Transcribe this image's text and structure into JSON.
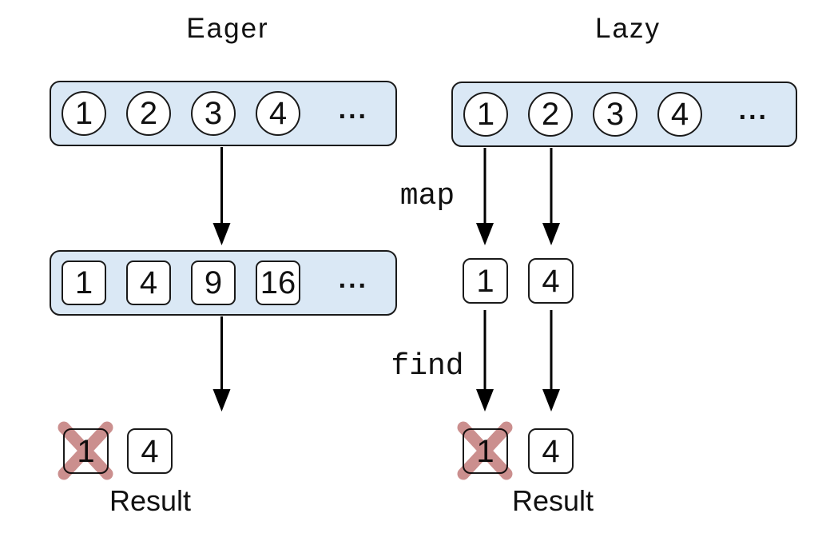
{
  "colors": {
    "container_fill": "#dae8f5",
    "outline": "#1a1a1a",
    "arrow": "#000000",
    "cross_mark": "#c4807f",
    "background": "#ffffff"
  },
  "eager": {
    "title": "Eager",
    "source_row": {
      "items": [
        "1",
        "2",
        "3",
        "4"
      ],
      "ellipsis": "..."
    },
    "mapped_row": {
      "items": [
        "1",
        "4",
        "9",
        "16"
      ],
      "ellipsis": "..."
    },
    "result": {
      "label": "Result",
      "items": [
        {
          "value": "1",
          "crossed": true
        },
        {
          "value": "4",
          "crossed": false
        }
      ]
    }
  },
  "lazy": {
    "title": "Lazy",
    "source_row": {
      "items": [
        "1",
        "2",
        "3",
        "4"
      ],
      "ellipsis": "..."
    },
    "map_label": "map",
    "mapped_items": [
      {
        "value": "1"
      },
      {
        "value": "4"
      }
    ],
    "find_label": "find",
    "result": {
      "label": "Result",
      "items": [
        {
          "value": "1",
          "crossed": true
        },
        {
          "value": "4",
          "crossed": false
        }
      ]
    }
  }
}
